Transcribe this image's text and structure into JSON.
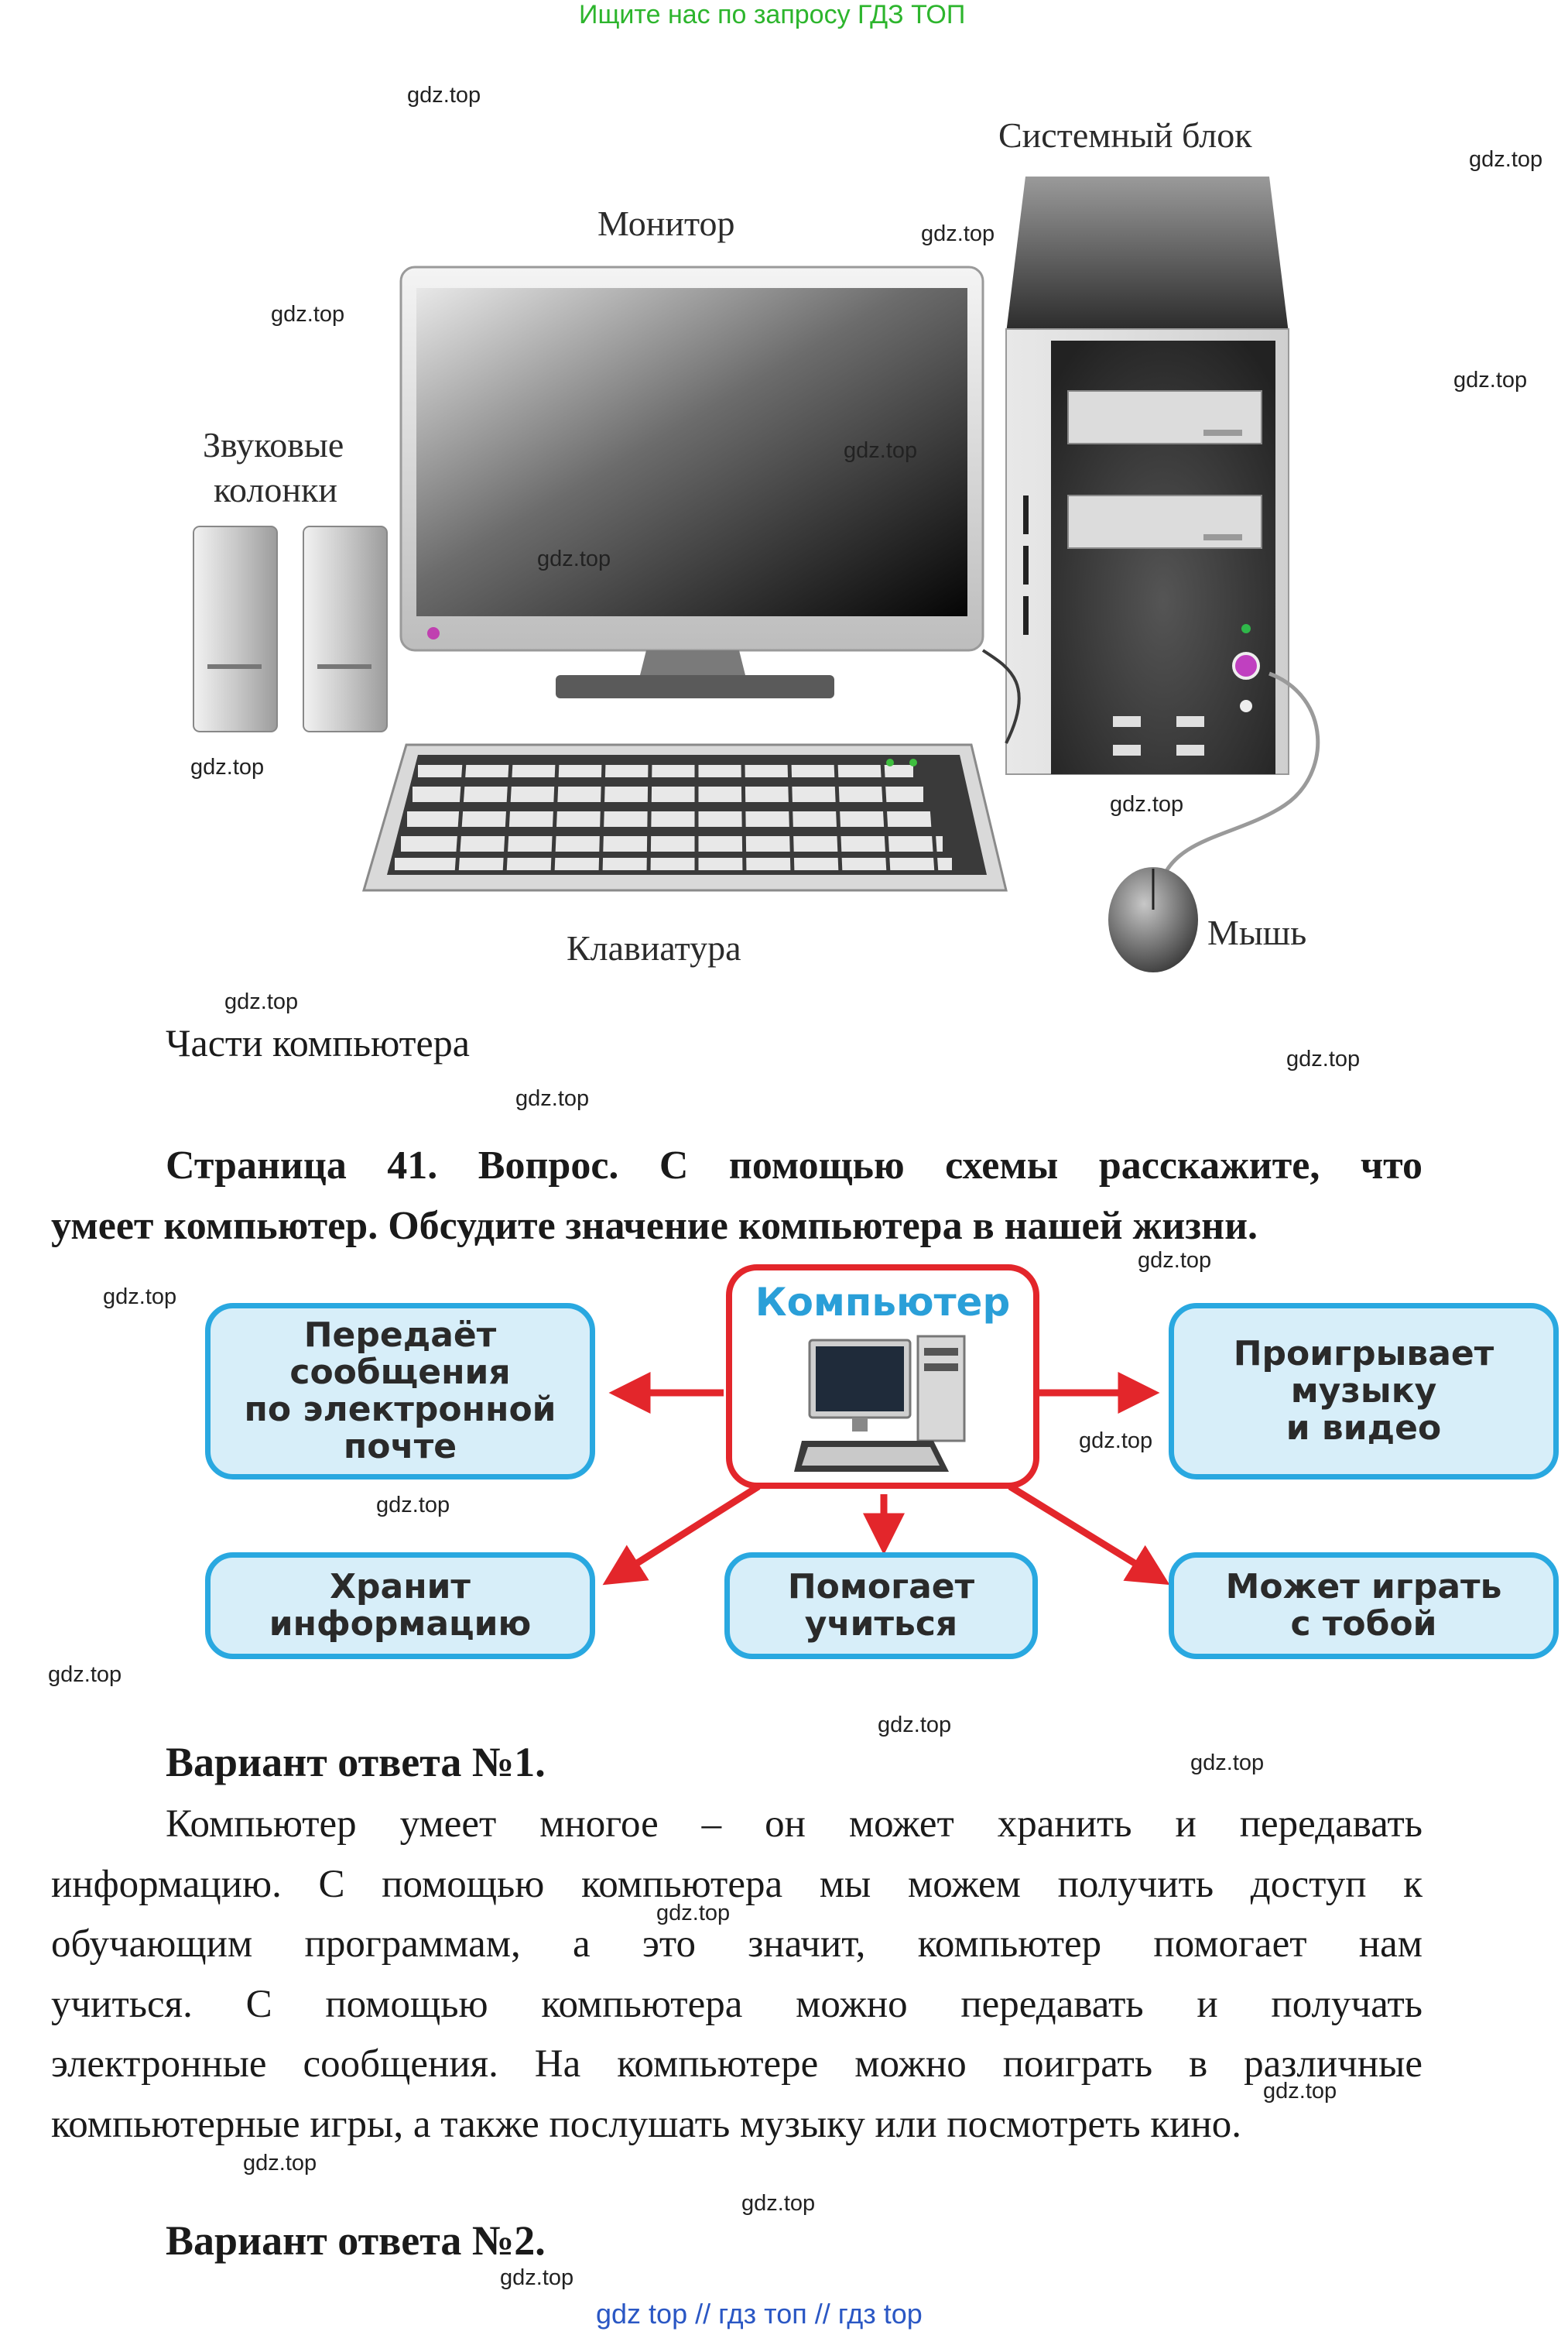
{
  "header": {
    "search_hint": "Ищите нас по запросу ГДЗ ТОП"
  },
  "illustration": {
    "labels": {
      "system_unit": "Системный блок",
      "monitor": "Монитор",
      "speakers_line1": "Звуковые",
      "speakers_line2": "колонки",
      "keyboard": "Клавиатура",
      "mouse": "Мышь"
    },
    "caption": "Части компьютера"
  },
  "question": {
    "line1": "Страница 41. Вопрос. С помощью схемы расскажите, что",
    "line2": "умеет компьютер. Обсудите значение компьютера в нашей жизни."
  },
  "scheme": {
    "center_title": "Компьютер",
    "bubbles": {
      "email": [
        "Передаёт",
        "сообщения",
        "по  электронной",
        "почте"
      ],
      "music": [
        "Проигрывает",
        "музыку",
        "и  видео"
      ],
      "store": [
        "Хранит",
        "информацию"
      ],
      "learn": [
        "Помогает",
        "учиться"
      ],
      "play": [
        "Может  играть",
        "с  тобой"
      ]
    },
    "colors": {
      "bubble_fill": "#d7eef9",
      "bubble_border": "#29a8e0",
      "arrow": "#e3262b",
      "title": "#2a9fd8"
    }
  },
  "answer1": {
    "heading": "Вариант ответа №1.",
    "lines": [
      "Компьютер умеет многое – он может хранить и передавать",
      "информацию. С помощью компьютера мы можем получить доступ к",
      "обучающим программам, а это значит, компьютер помогает нам",
      "учиться. С помощью компьютера можно передавать и получать",
      "электронные сообщения. На компьютере можно поиграть в различные",
      "компьютерные игры, а также послушать музыку или посмотреть кино."
    ]
  },
  "answer2": {
    "heading": "Вариант ответа №2."
  },
  "watermark": "gdz.top",
  "footer": {
    "links": "gdz top  //  гдз топ  //  гдз top"
  }
}
